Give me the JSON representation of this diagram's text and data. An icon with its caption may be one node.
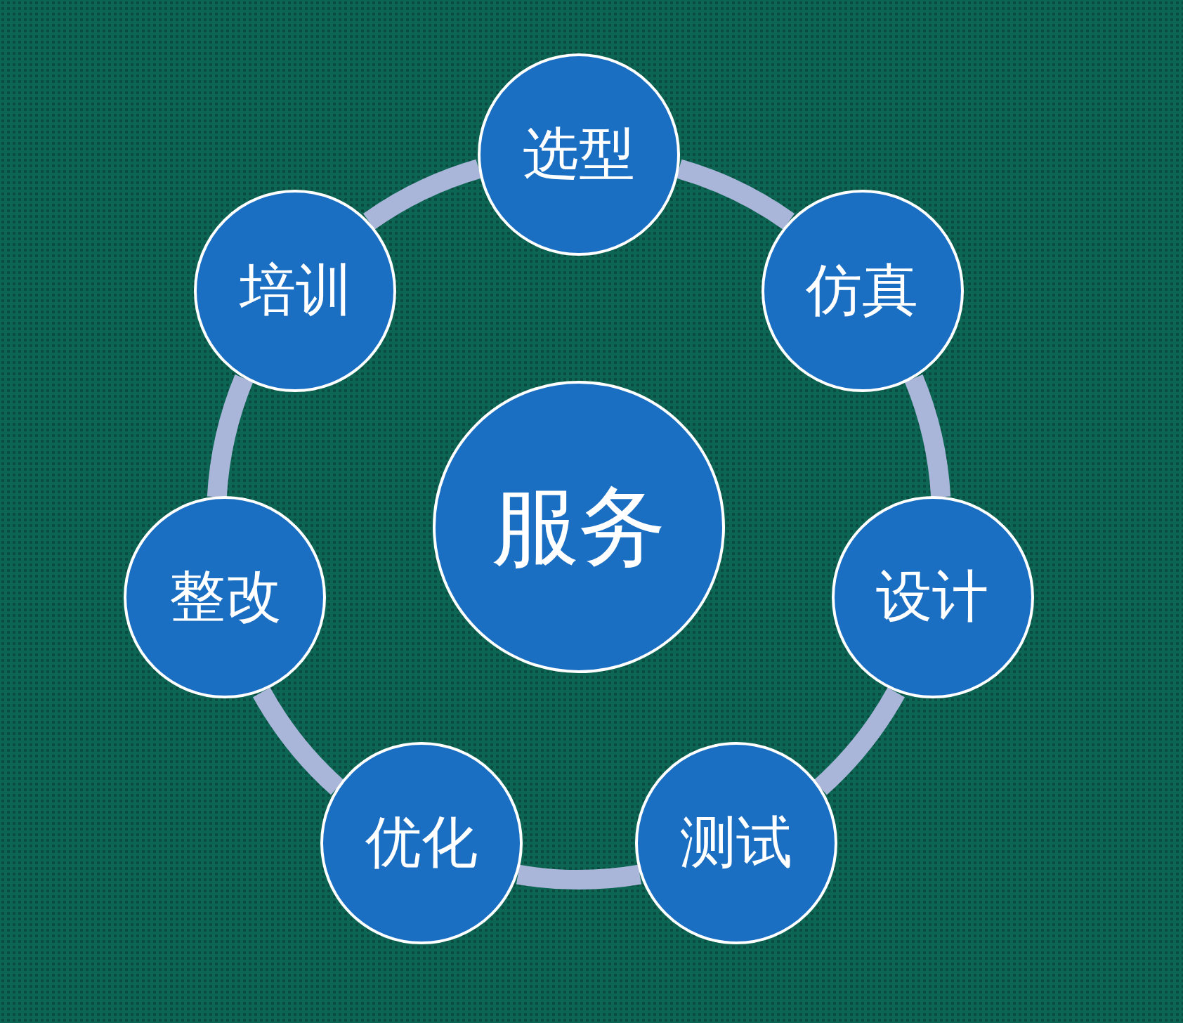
{
  "diagram": {
    "nodes": [
      {
        "text": [
          "服务"
        ]
      },
      {
        "text": [
          "选型"
        ]
      },
      {
        "text": [
          "仿真"
        ]
      },
      {
        "text": [
          "设计"
        ]
      },
      {
        "text": [
          "测试"
        ]
      },
      {
        "text": [
          "优化"
        ]
      },
      {
        "text": [
          "整改"
        ]
      },
      {
        "text": [
          "培训"
        ]
      }
    ],
    "edges": [
      {
        "from": 1,
        "to": 2,
        "arrow": "none"
      },
      {
        "from": 2,
        "to": 3,
        "arrow": "none"
      },
      {
        "from": 3,
        "to": 4,
        "arrow": "none"
      },
      {
        "from": 4,
        "to": 5,
        "arrow": "none"
      },
      {
        "from": 5,
        "to": 6,
        "arrow": "none"
      },
      {
        "from": 6,
        "to": 7,
        "arrow": "none"
      },
      {
        "from": 7,
        "to": 1,
        "arrow": "none"
      }
    ]
  }
}
